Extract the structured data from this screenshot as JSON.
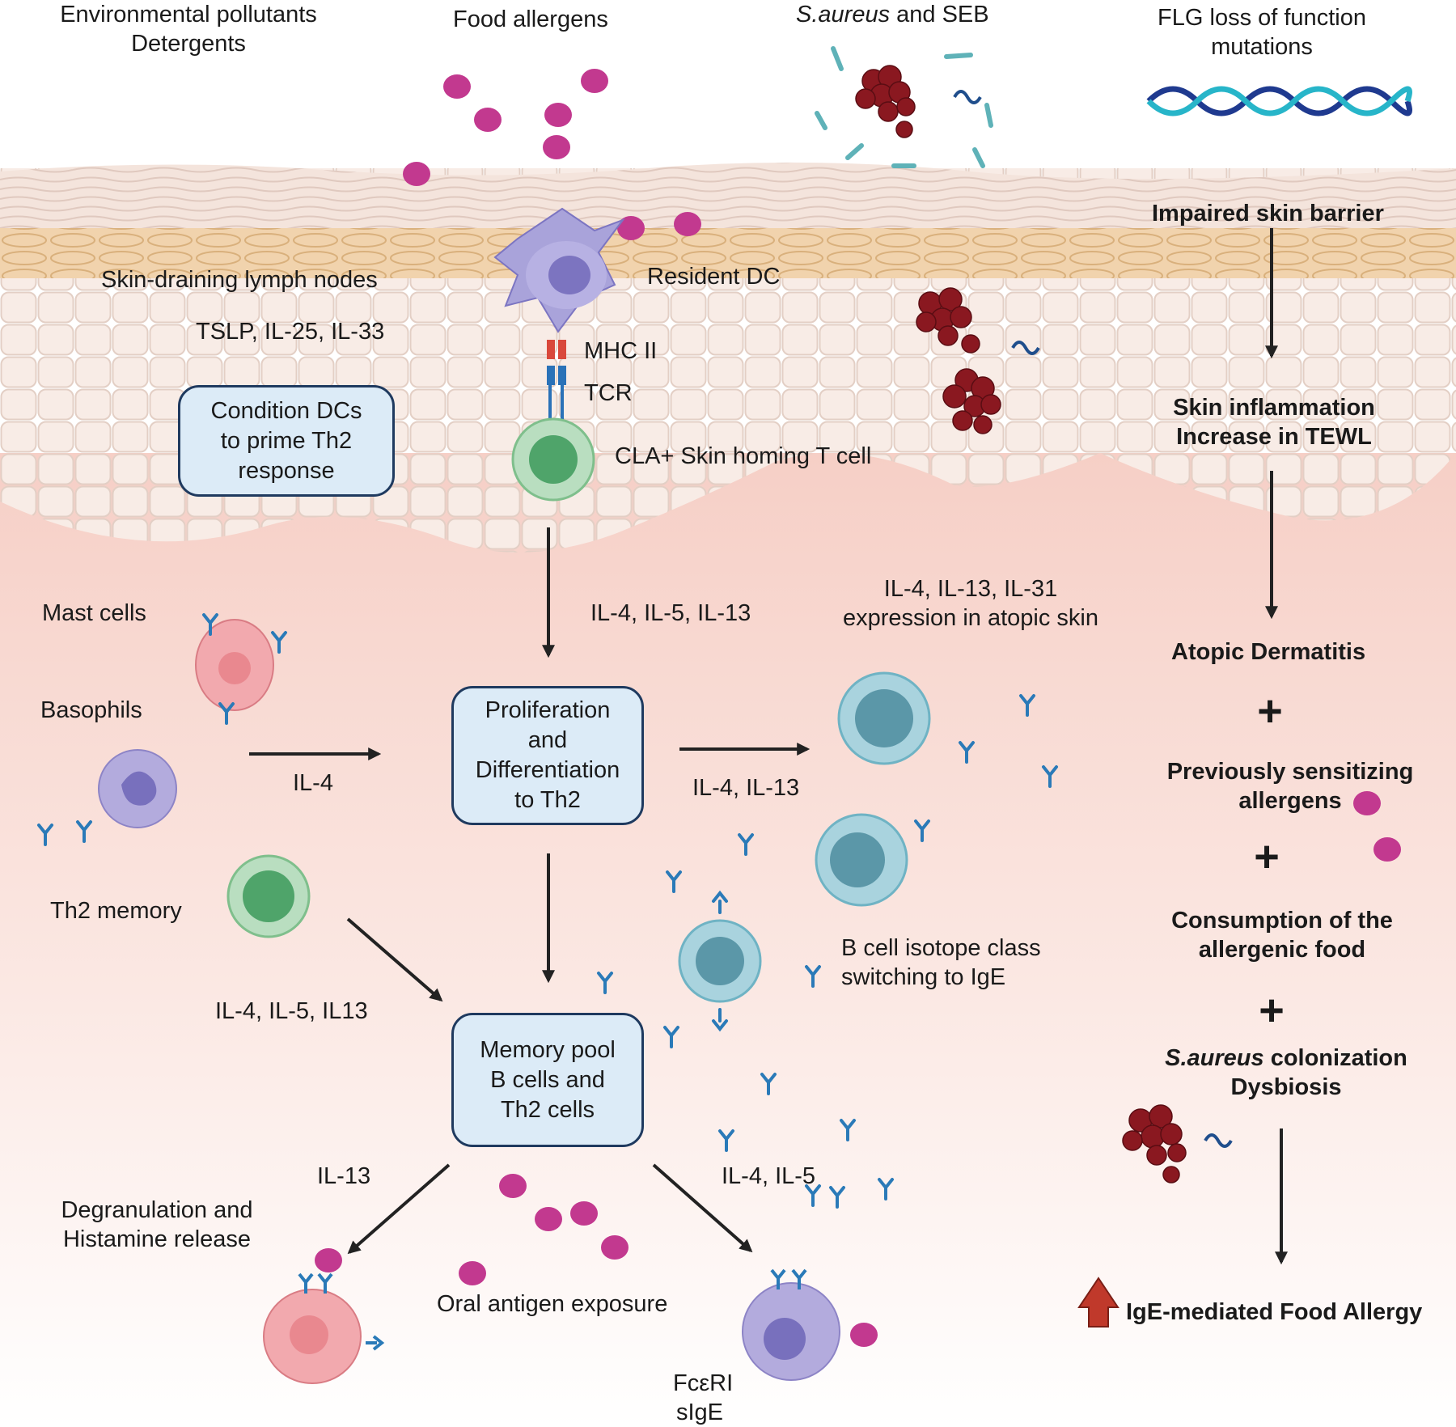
{
  "colors": {
    "allergen": "#c2398f",
    "bacteria": "#8a1820",
    "box_fill": "#dcebf7",
    "box_border": "#1f3a5f",
    "skin_top": "#f3e4dc",
    "tissue": "#f7d2cb",
    "arrow": "#222222",
    "up_arrow": "#c0392b"
  },
  "top": {
    "pollutants": "Environmental pollutants\nDetergents",
    "food_allergens": "Food allergens",
    "saureus_italic": "S.aureus",
    "saureus_rest": " and SEB",
    "flg": "FLG  loss of function\nmutations"
  },
  "skin": {
    "lymph_nodes": "Skin-draining lymph nodes",
    "cytokines": "TSLP, IL-25, IL-33",
    "resident_dc": "Resident DC",
    "mhc": "MHC II",
    "tcr": "TCR",
    "t_cell": "CLA+ Skin homing T cell",
    "condition_box": "Condition DCs\nto prime Th2\nresponse"
  },
  "middle": {
    "mast_cells": "Mast cells",
    "basophils": "Basophils",
    "th2_memory": "Th2 memory",
    "il_4_5_13_top": "IL-4, IL-5, IL-13",
    "il_4_13_31": "IL-4, IL-13, IL-31\nexpression  in atopic skin",
    "prolif_box": "Proliferation\nand\nDifferentiation\nto Th2",
    "il4": "IL-4",
    "il_4_13": "IL-4, IL-13",
    "b_cell_switch": "B cell isotope class\nswitching to IgE",
    "il_4_5_il13": "IL-4, IL-5, IL13",
    "memory_box": "Memory pool\nB cells and\nTh2 cells"
  },
  "bottom": {
    "il13": "IL-13",
    "il_4_5": "IL-4, IL-5",
    "degranulation": "Degranulation and\nHistamine release",
    "oral": "Oral antigen exposure",
    "fceri": "FcεRI",
    "sige": "sIgE"
  },
  "right": {
    "impaired": "Impaired skin barrier",
    "inflammation": "Skin inflammation\nIncrease in TEWL",
    "ad": "Atopic Dermatitis",
    "plus": "+",
    "prev": "Previously sensitizing\nallergens",
    "consumption": "Consumption of the\nallergenic food",
    "saureus_italic": "S.aureus",
    "saureus_rest": " colonization",
    "dysbiosis": "Dysbiosis",
    "food_allergy": "IgE-mediated Food Allergy"
  }
}
